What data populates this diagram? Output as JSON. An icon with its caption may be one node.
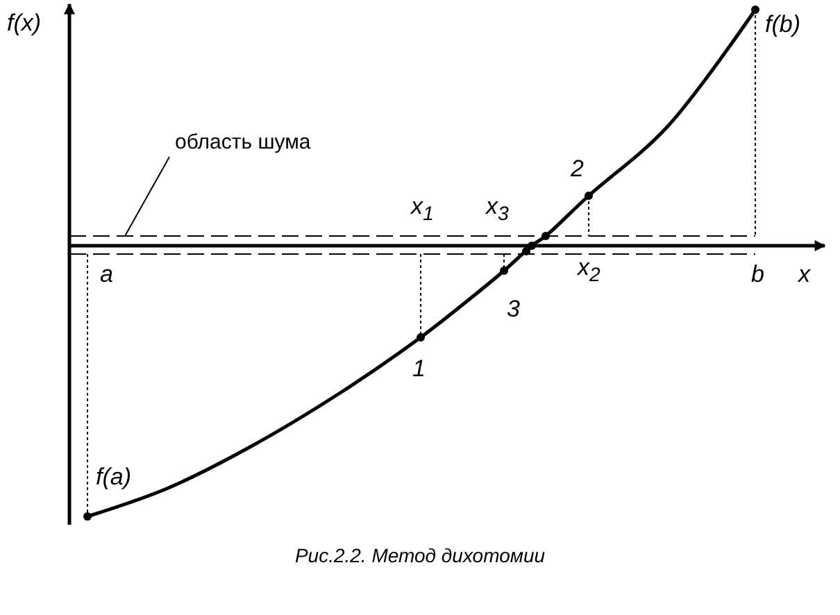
{
  "diagram": {
    "caption": "Рис.2.2. Метод дихотомии",
    "nodes": [
      {
        "text": [
          "область шума"
        ]
      },
      {
        "text": [],
        "shape": "box"
      }
    ],
    "edges": [
      {
        "from": 0,
        "to": 1,
        "arrow": "none"
      }
    ],
    "labels": [
      "f(x)",
      "f(b)",
      "2",
      "x$_{1}$",
      "x$_{3}$",
      "a",
      "x$_{2}$",
      "b",
      "x",
      "3",
      "1",
      "f(a)"
    ]
  }
}
